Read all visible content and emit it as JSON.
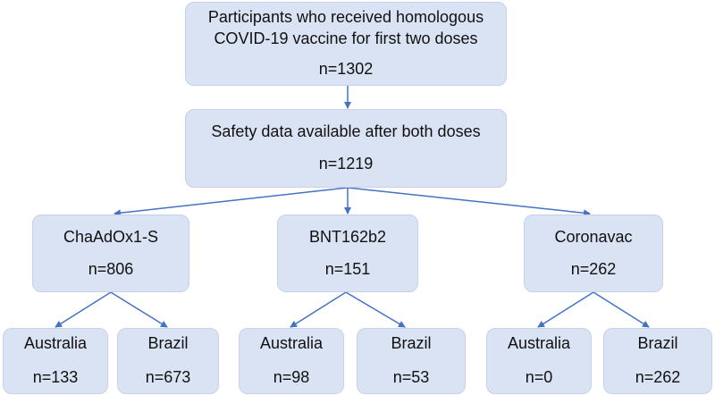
{
  "top": {
    "line1": "Participants who received homologous",
    "line2": "COVID-19 vaccine for first two doses",
    "count": "n=1302"
  },
  "safety": {
    "label": "Safety data available after both doses",
    "count": "n=1219"
  },
  "vaccines": [
    {
      "label": "ChaAdOx1-S",
      "count": "n=806",
      "countries": [
        {
          "label": "Australia",
          "count": "n=133"
        },
        {
          "label": "Brazil",
          "count": "n=673"
        }
      ]
    },
    {
      "label": "BNT162b2",
      "count": "n=151",
      "countries": [
        {
          "label": "Australia",
          "count": "n=98"
        },
        {
          "label": "Brazil",
          "count": "n=53"
        }
      ]
    },
    {
      "label": "Coronavac",
      "count": "n=262",
      "countries": [
        {
          "label": "Australia",
          "count": "n=0"
        },
        {
          "label": "Brazil",
          "count": "n=262"
        }
      ]
    }
  ],
  "colors": {
    "box_fill": "#dae3f3",
    "arrow": "#4472c4"
  }
}
